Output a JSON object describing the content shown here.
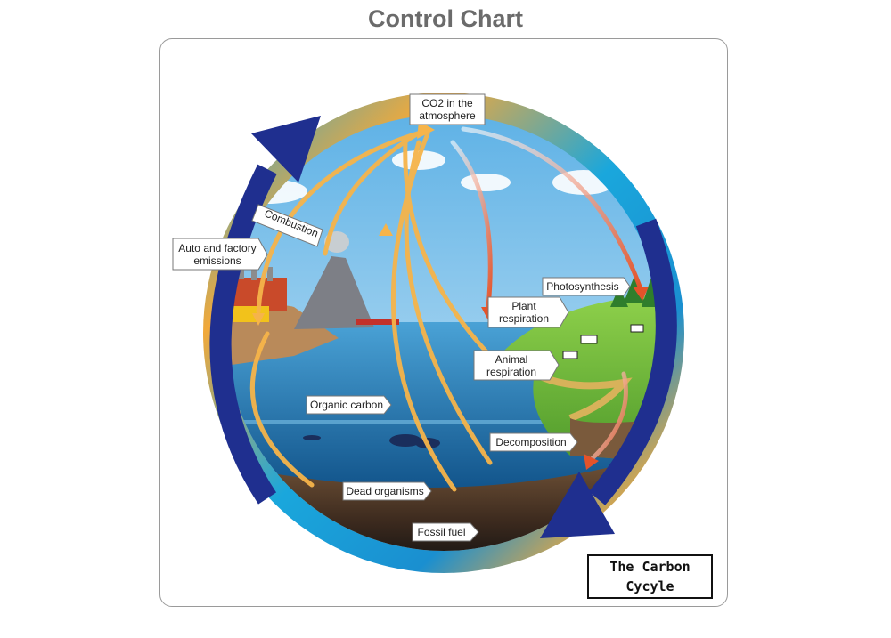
{
  "header": {
    "title": "Control Chart"
  },
  "labels": {
    "co2": "CO2 in the atmosphere",
    "combustion": "Combustion",
    "auto": "Auto and factory emissions",
    "photosynthesis": "Photosynthesis",
    "plant": "Plant respiration",
    "animal": "Animal respiration",
    "organic": "Organic carbon",
    "decomposition": "Decomposition",
    "dead": "Dead organisms",
    "fossil": "Fossil fuel"
  },
  "caption": "The Carbon Cycyle",
  "colors": {
    "ring_orange": "#f2a93a",
    "ring_blue": "#1aa7dc",
    "big_arrow": "#1f2f8f",
    "flow_orange": "#f6b44a",
    "flow_red": "#e4532a",
    "sky": "#7fc3ea",
    "sea": "#1570a8",
    "grass": "#6cbf3c"
  }
}
